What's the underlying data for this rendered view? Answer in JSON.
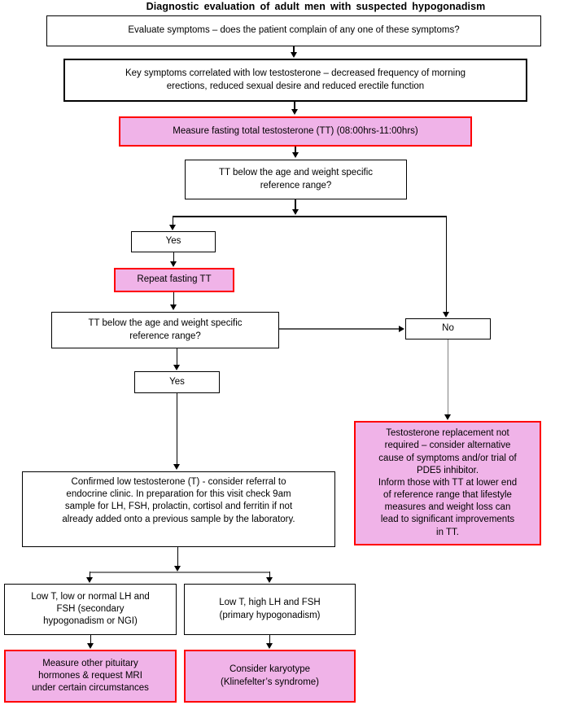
{
  "title": "Diagnostic evaluation of adult men with suspected hypogonadism",
  "colors": {
    "pink_fill": "#F0B3E8",
    "pink_border": "#FF0000",
    "line_black": "#000000",
    "line_gray": "#808080"
  },
  "nodes": {
    "evaluate_symptoms": {
      "text": "Evaluate symptoms – does the patient complain of any one of these symptoms?"
    },
    "key_symptoms": {
      "text": "Key symptoms correlated with low testosterone – decreased frequency of morning\nerections, reduced sexual desire and reduced erectile function"
    },
    "measure_tt": {
      "text": "Measure fasting total testosterone (TT) (08:00hrs-11:00hrs)"
    },
    "tt_below_1": {
      "text": "TT below the age and weight specific\nreference range?"
    },
    "yes_1": {
      "text": "Yes"
    },
    "repeat_tt": {
      "text": "Repeat fasting TT"
    },
    "tt_below_2": {
      "text": "TT below the age and weight specific\nreference range?"
    },
    "no": {
      "text": "No"
    },
    "no_replacement": {
      "text": "Testosterone replacement not\nrequired – consider alternative\ncause of symptoms and/or trial of\nPDE5 inhibitor.\nInform those with TT at lower end\nof reference range that lifestyle\nmeasures and weight loss can\nlead to significant improvements\nin TT."
    },
    "yes_2": {
      "text": "Yes"
    },
    "confirmed_low_t": {
      "text": "Confirmed low testosterone (T) - consider referral to\nendocrine clinic. In preparation for this visit check 9am\nsample for LH, FSH, prolactin, cortisol and ferritin if not\nalready added onto a previous sample by the laboratory."
    },
    "secondary_hypogonadism": {
      "text": "Low T, low or normal LH and\nFSH (secondary\nhypogonadism or NGI)"
    },
    "primary_hypogonadism": {
      "text": "Low T, high LH and FSH\n(primary hypogonadism)"
    },
    "measure_pituitary": {
      "text": "Measure other pituitary\nhormones & request MRI\nunder certain circumstances"
    },
    "consider_karyotype": {
      "text": "Consider karyotype\n(Klinefelter’s syndrome)"
    }
  }
}
